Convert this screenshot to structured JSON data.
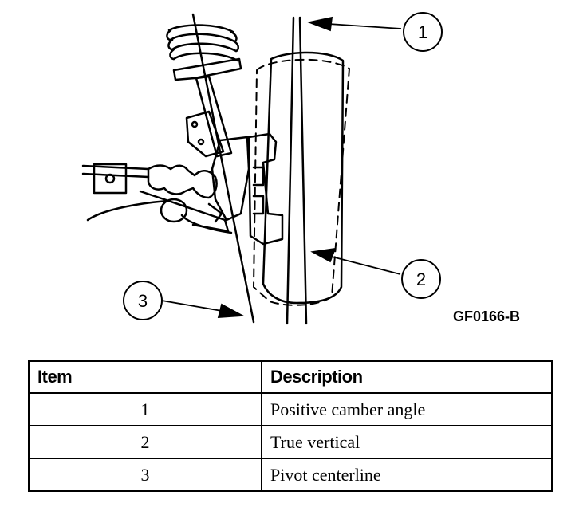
{
  "figure": {
    "id": "GF0166-B",
    "callouts": [
      {
        "label": "1"
      },
      {
        "label": "2"
      },
      {
        "label": "3"
      }
    ]
  },
  "legend": {
    "headers": [
      "Item",
      "Description"
    ],
    "rows": [
      {
        "item": "1",
        "description": "Positive camber angle"
      },
      {
        "item": "2",
        "description": "True vertical"
      },
      {
        "item": "3",
        "description": "Pivot centerline"
      }
    ]
  }
}
